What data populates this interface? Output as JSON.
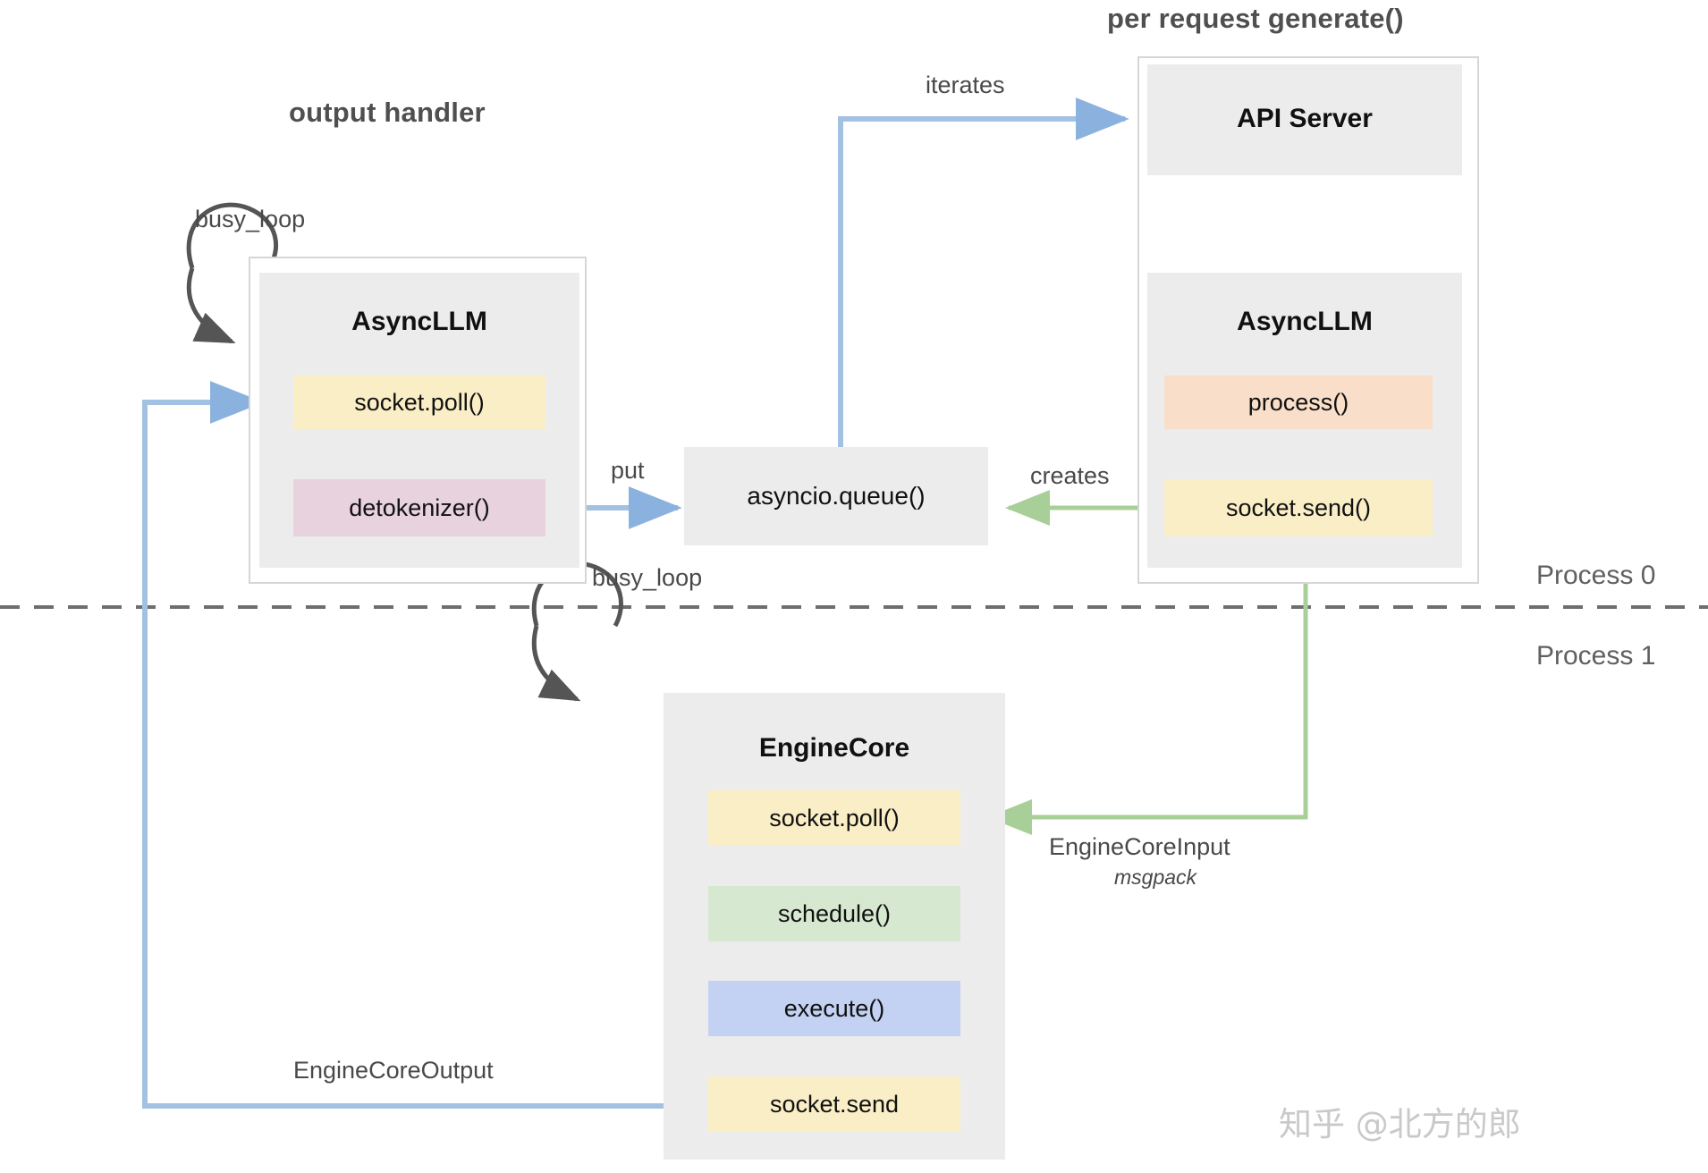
{
  "diagram": {
    "title_per_request": "per request generate()",
    "title_output_handler": "output handler",
    "process_top": "Process 0",
    "process_bottom": "Process 1",
    "watermark": "知乎 @北方的郎"
  },
  "colors": {
    "box_gray": "#ececec",
    "frame_border": "#d6d6d6",
    "yellow": "#faeec6",
    "pink": "#e8d2dd",
    "peach": "#f9dfc9",
    "green": "#d7e8d0",
    "blue": "#c3d2f2",
    "arrow_blue": "#8bb2de",
    "arrow_green": "#a8cf97",
    "arrow_dark": "#555555",
    "text_dark": "#111111",
    "text_gray": "#4f4f4f",
    "process_text": "#606060",
    "watermark": "#c9c9c9"
  },
  "output_handler": {
    "module_title": "AsyncLLM",
    "loop_label": "busy_loop",
    "items": [
      {
        "label": "socket.poll()",
        "color": "#faeec6"
      },
      {
        "label": "detokenizer()",
        "color": "#e8d2dd"
      }
    ]
  },
  "api_server": {
    "module_title": "API Server"
  },
  "async_llm_right": {
    "module_title": "AsyncLLM",
    "items": [
      {
        "label": "process()",
        "color": "#f9dfc9"
      },
      {
        "label": "socket.send()",
        "color": "#faeec6"
      }
    ]
  },
  "queue": {
    "label": "asyncio.queue()"
  },
  "engine_core": {
    "module_title": "EngineCore",
    "loop_label": "busy_loop",
    "items": [
      {
        "label": "socket.poll()",
        "color": "#faeec6"
      },
      {
        "label": "schedule()",
        "color": "#d7e8d0"
      },
      {
        "label": "execute()",
        "color": "#c3d2f2"
      },
      {
        "label": "socket.send",
        "color": "#faeec6"
      }
    ]
  },
  "edges": [
    {
      "name": "iterates",
      "label": "iterates"
    },
    {
      "name": "put",
      "label": "put"
    },
    {
      "name": "creates",
      "label": "creates"
    },
    {
      "name": "engine-core-input",
      "label": "EngineCoreInput",
      "sublabel": "msgpack"
    },
    {
      "name": "engine-core-output",
      "label": "EngineCoreOutput"
    }
  ]
}
